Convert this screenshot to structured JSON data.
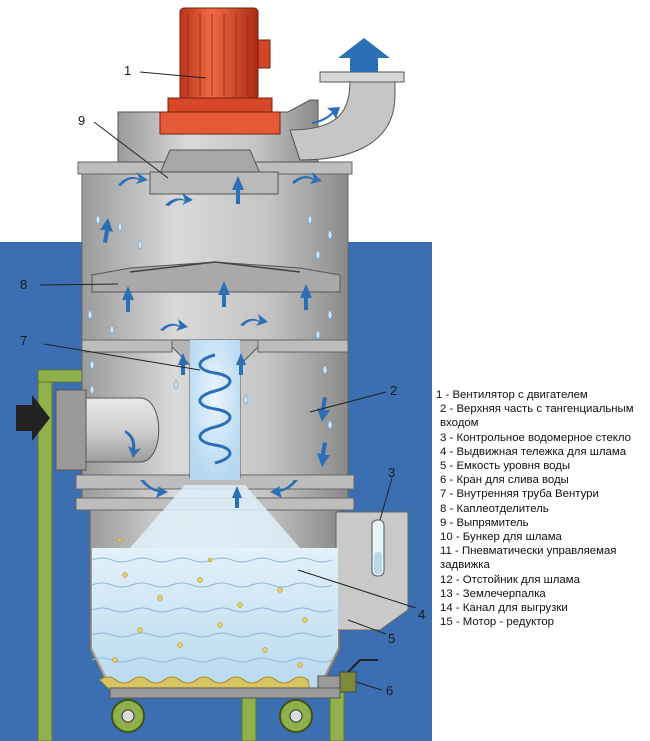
{
  "colors": {
    "tank": "#bdbdbd",
    "tank_dark": "#8e8e8e",
    "water": "#cfe6f4",
    "background_water": "#3b6fb1",
    "motor": "#e14d2a",
    "arrow": "#2b6fb6",
    "support": "#8fb04a",
    "sludge": "#e6cf63"
  },
  "callouts": {
    "c1": "1",
    "c2": "2",
    "c3": "3",
    "c4": "4",
    "c5": "5",
    "c6": "6",
    "c7": "7",
    "c8": "8",
    "c9": "9"
  },
  "legend": [
    "1 - Вентилятор с двигателем",
    "2 - Верхняя часть с тангенциальным входом",
    "3 - Контрольное водомерное стекло",
    "4 - Выдвижная тележка для шлама",
    "5 - Емкость уровня воды",
    "6 - Кран для слива воды",
    "7 - Внутренняя труба Вентури",
    "8 - Каплеотделитель",
    "9 - Выпрямитель",
    "10 - Бункер для шлама",
    "11 - Пневматически управляемая задвижка",
    "12 - Отстойник для шлама",
    "13 - Землечерпалка",
    "14 - Канал для выгрузки",
    "15 - Мотор - редуктор"
  ]
}
